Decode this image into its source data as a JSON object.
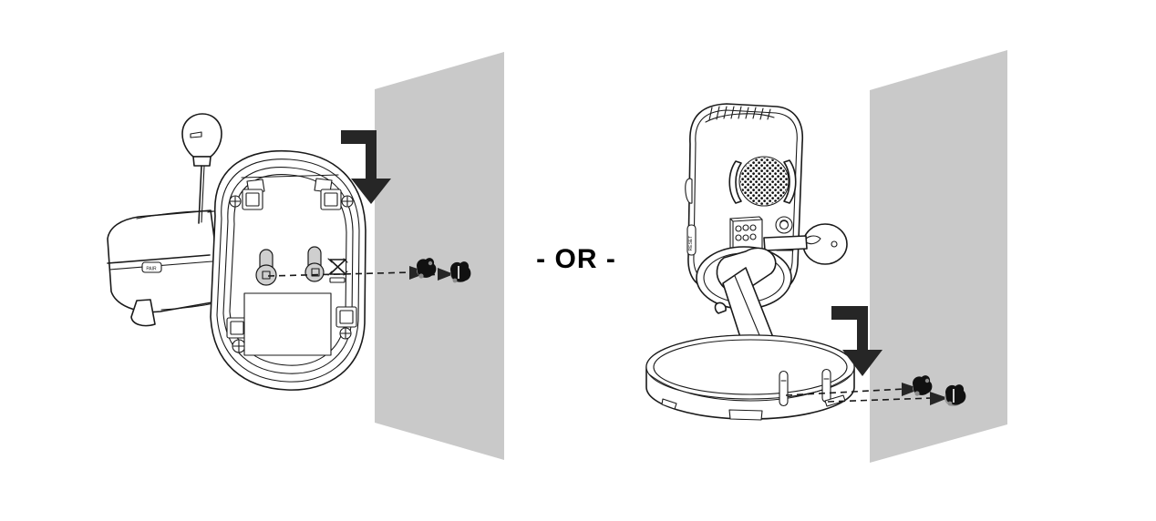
{
  "figure": {
    "title": "Camera mounting options diagram",
    "type": "technical-instruction-illustration",
    "separator_label": "- OR -",
    "background_color": "#ffffff",
    "line_color": "#1a1a1a",
    "wall_color": "#c9c9c9",
    "arrow_color": "#262626",
    "panels": [
      {
        "id": "left-option",
        "name": "wall-mount-bracket-option",
        "description": "Camera with wall-mount back plate pressed onto wall with two keyhole slots aligning to two wall screws",
        "device": "camera-with-mounting-plate",
        "mount_points": 2,
        "mount_type": "keyhole-slot"
      },
      {
        "id": "right-option",
        "name": "desk-stand-base-option",
        "description": "Camera on round desk stand base pressed onto wall with two keyhole slots in base aligning to two wall screws",
        "device": "camera-with-stand-base",
        "mount_points": 2,
        "mount_type": "keyhole-slot"
      }
    ],
    "annotations": {
      "press_arrow": "press-onto-wall-arrow",
      "align_arrow": "alignment-dashed-arrow",
      "no_symbol": "do-not-overtighten-symbol"
    },
    "hardware": {
      "screw_count_per_wall": 2,
      "item": "wall-screw-anchor"
    }
  }
}
